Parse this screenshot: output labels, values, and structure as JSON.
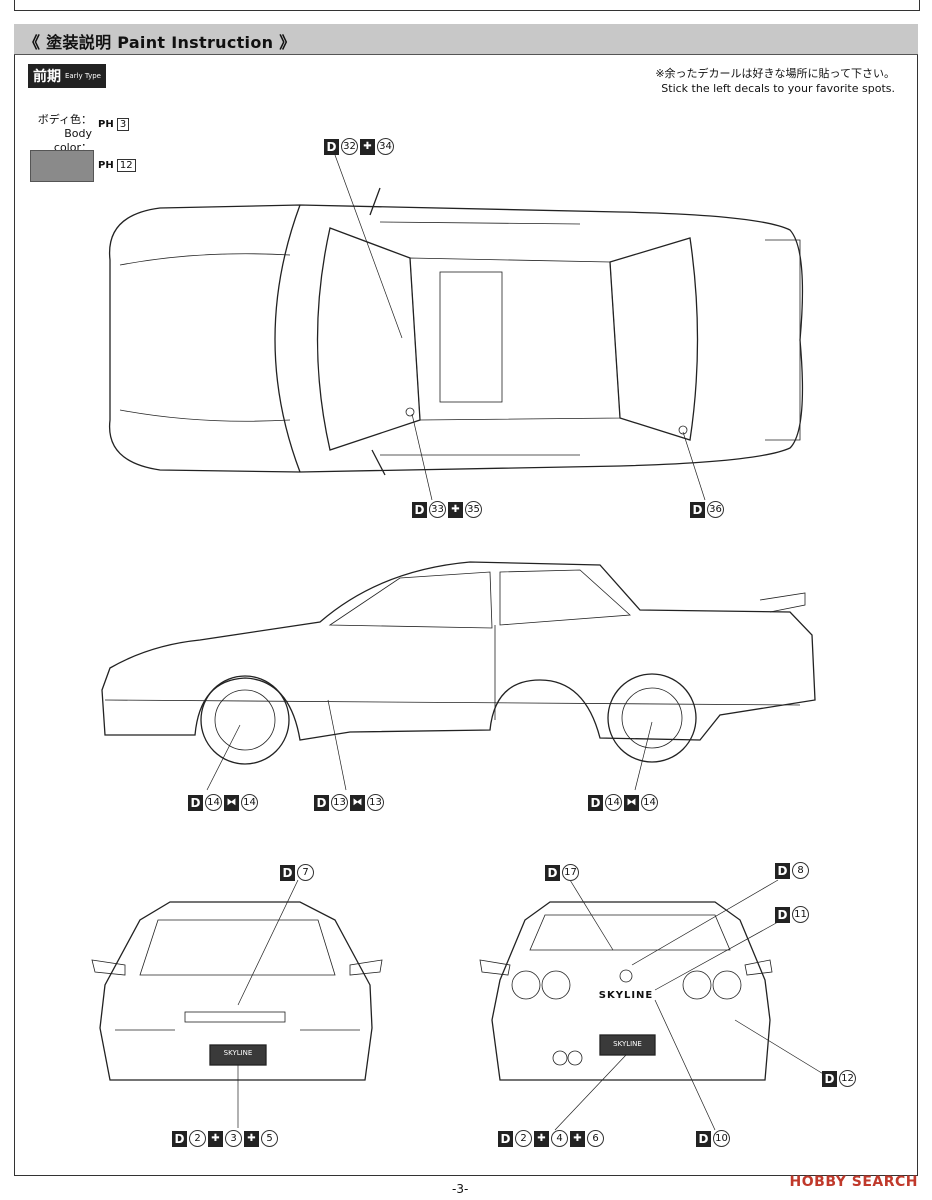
{
  "header": {
    "title": "《 塗装説明  Paint Instruction 》"
  },
  "type_badge": {
    "main": "前期",
    "sub": "Early Type"
  },
  "note": {
    "jp": "※余ったデカールは好きな場所に貼って下さい。",
    "en": "Stick the left decals to your favorite spots."
  },
  "body_color": {
    "label_jp": "ボディ色：",
    "label_en": "Body color：",
    "ph_prefix": "PH",
    "code": "3",
    "swatch_code": "12"
  },
  "callouts": {
    "top_left": {
      "d": "D",
      "items": [
        "32",
        "34"
      ]
    },
    "top_mid": {
      "d": "D",
      "items": [
        "33",
        "35"
      ]
    },
    "top_right": {
      "d": "D",
      "items": [
        "36"
      ]
    },
    "side_1": {
      "d": "D",
      "items": [
        "14",
        "14"
      ]
    },
    "side_2": {
      "d": "D",
      "items": [
        "13",
        "13"
      ]
    },
    "side_3": {
      "d": "D",
      "items": [
        "14",
        "14"
      ]
    },
    "front_top": {
      "d": "D",
      "items": [
        "7"
      ]
    },
    "front_bottom": {
      "d": "D",
      "items": [
        "2",
        "3",
        "5"
      ]
    },
    "rear_17": {
      "d": "D",
      "items": [
        "17"
      ]
    },
    "rear_8": {
      "d": "D",
      "items": [
        "8"
      ]
    },
    "rear_11": {
      "d": "D",
      "items": [
        "11"
      ]
    },
    "rear_12": {
      "d": "D",
      "items": [
        "12"
      ]
    },
    "rear_bottom": {
      "d": "D",
      "items": [
        "2",
        "4",
        "6"
      ]
    },
    "rear_10": {
      "d": "D",
      "items": [
        "10"
      ]
    }
  },
  "plates": {
    "front": "SKYLINE",
    "rear_text": "SKYLINE",
    "rear_plate": "SKYLINE"
  },
  "page_number": "-3-",
  "watermark": "HOBBY SEARCH"
}
